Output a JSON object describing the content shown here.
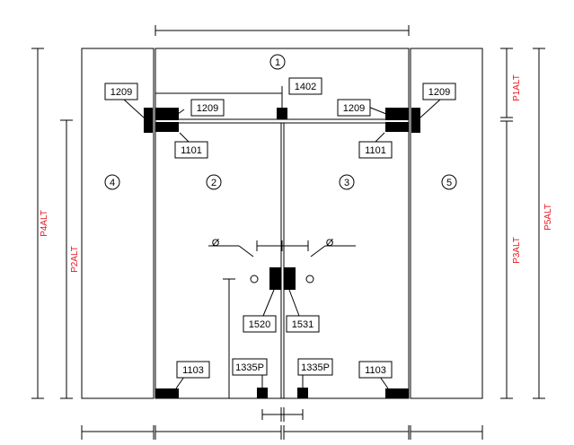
{
  "panels": {
    "p1": "1",
    "p2": "2",
    "p3": "3",
    "p4": "4",
    "p5": "5"
  },
  "parts": {
    "hinge_left_top": "1209",
    "hinge_left_inner": "1209",
    "hinge_right_inner": "1209",
    "hinge_right_top": "1209",
    "center_top": "1402",
    "hinge_base_left": "1101",
    "hinge_base_right": "1101",
    "lock_left": "1520",
    "lock_right": "1531",
    "bottom_left": "1103",
    "bottom_right": "1103",
    "floor_left": "1335P",
    "floor_right": "1335P"
  },
  "diameter": {
    "left": "Ø",
    "right": "Ø"
  },
  "heights": {
    "p1": "P1ALT",
    "p2": "P2ALT",
    "p3": "P3ALT",
    "p4": "P4ALT",
    "p5": "P5ALT"
  },
  "colors": {
    "annotation": "#e8141c",
    "outline": "#000000"
  }
}
